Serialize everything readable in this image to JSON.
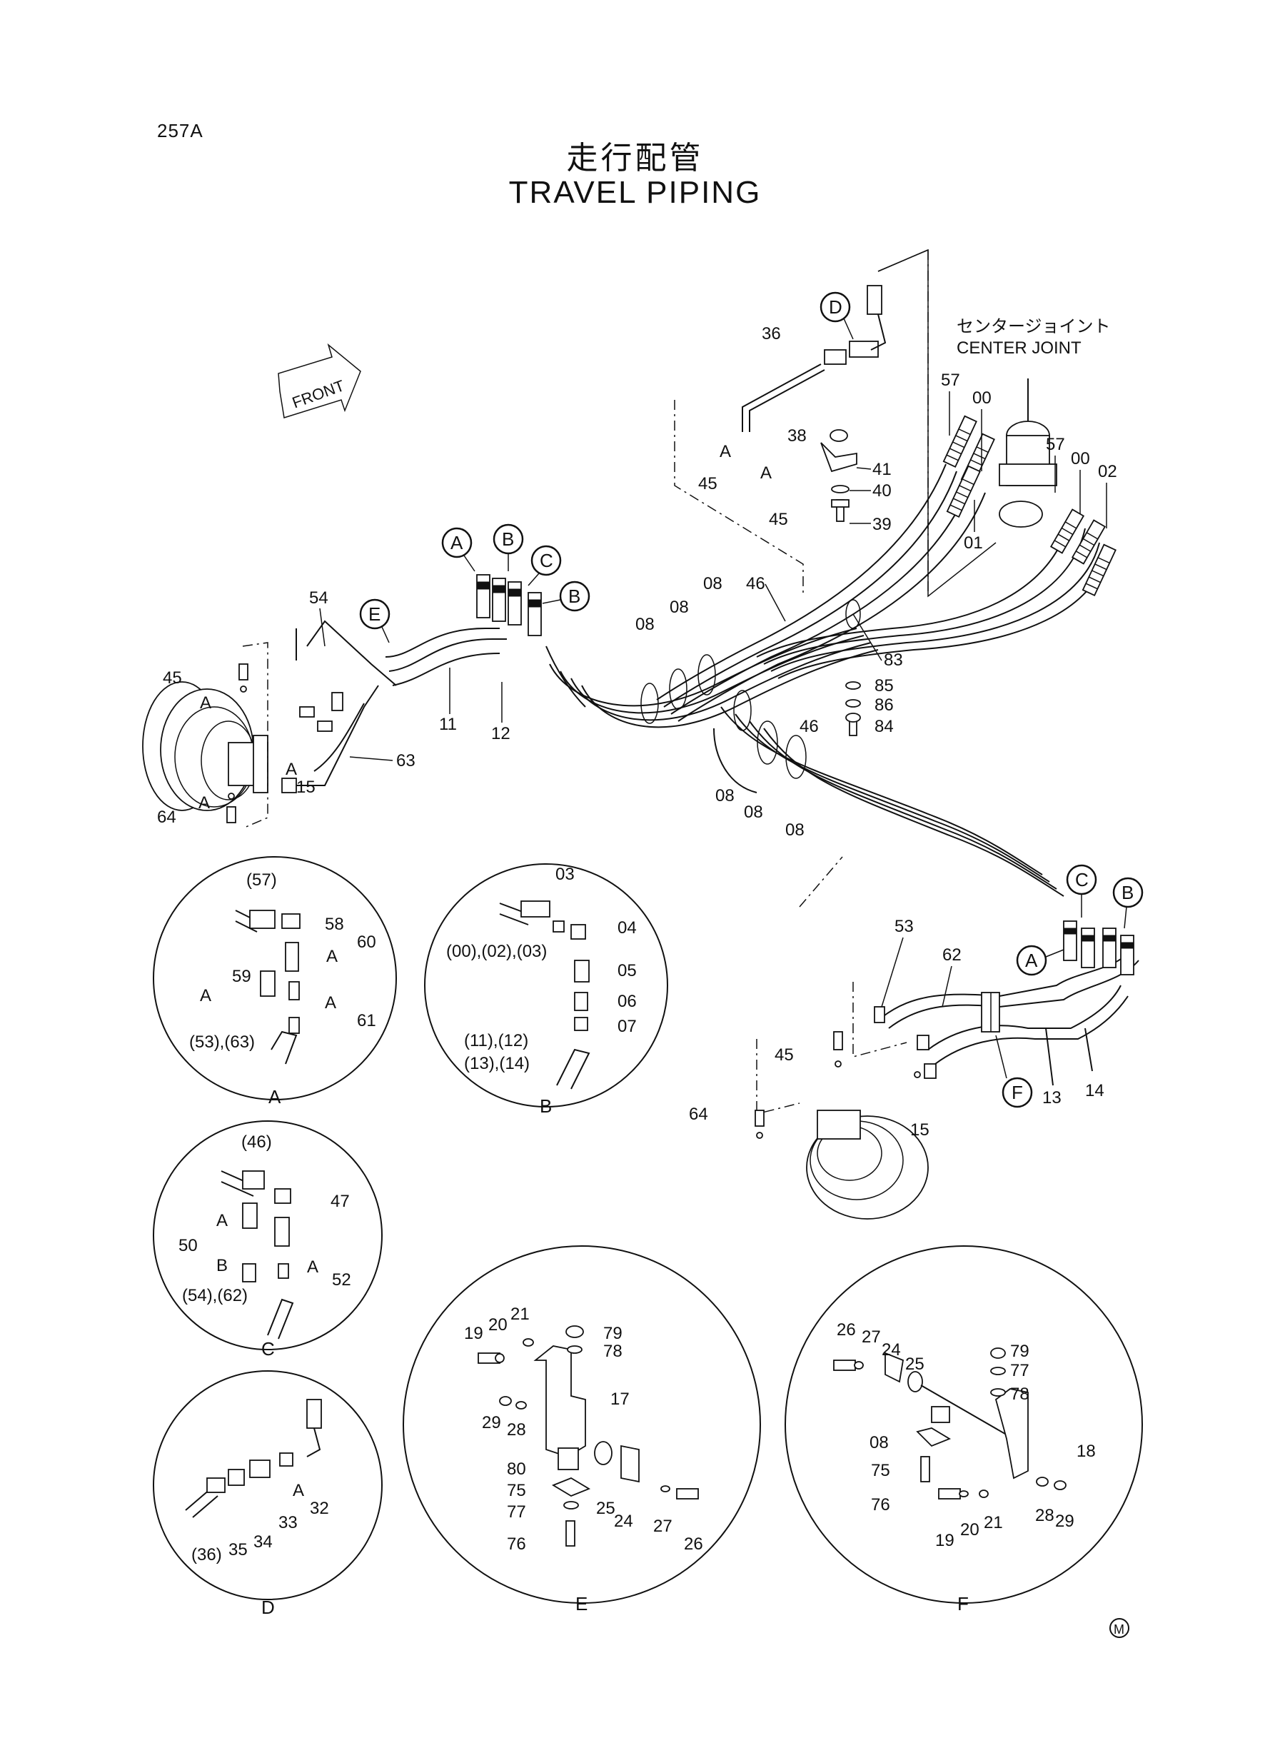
{
  "page_number": "257A",
  "title_jp": "走行配管",
  "title_en": "TRAVEL PIPING",
  "center_joint_jp": "センタージョイント",
  "center_joint_en": "CENTER JOINT",
  "front_label": "FRONT",
  "maker_mark": "M",
  "callout_letters": [
    "A",
    "B",
    "C",
    "B",
    "D",
    "E",
    "A",
    "B",
    "C",
    "F"
  ],
  "main_part_numbers": [
    "36",
    "38",
    "41",
    "40",
    "39",
    "45",
    "45",
    "57",
    "00",
    "57",
    "00",
    "02",
    "01",
    "46",
    "08",
    "08",
    "08",
    "83",
    "85",
    "86",
    "84",
    "46",
    "54",
    "45",
    "11",
    "12",
    "63",
    "15",
    "64",
    "08",
    "08",
    "08",
    "53",
    "62",
    "45",
    "64",
    "15",
    "13",
    "14",
    "A",
    "A",
    "A",
    "A",
    "A"
  ],
  "detail_labels": [
    "A",
    "B",
    "C",
    "D",
    "E",
    "F"
  ],
  "detail_A": [
    "(57)",
    "58",
    "60",
    "A",
    "59",
    "A",
    "A",
    "61",
    "(53),(63)"
  ],
  "detail_B": [
    "03",
    "04",
    "(00),(02),(03)",
    "05",
    "06",
    "07",
    "(11),(12)",
    "(13),(14)"
  ],
  "detail_C": [
    "(46)",
    "47",
    "A",
    "50",
    "A",
    "B",
    "52",
    "(54),(62)"
  ],
  "detail_D": [
    "(36)",
    "35",
    "34",
    "33",
    "32",
    "A"
  ],
  "detail_E": [
    "19",
    "20",
    "21",
    "79",
    "78",
    "17",
    "29",
    "28",
    "80",
    "25",
    "24",
    "27",
    "75",
    "77",
    "76",
    "26"
  ],
  "detail_F": [
    "26",
    "27",
    "24",
    "25",
    "79",
    "77",
    "78",
    "08",
    "18",
    "75",
    "76",
    "19",
    "20",
    "21",
    "28",
    "29"
  ]
}
